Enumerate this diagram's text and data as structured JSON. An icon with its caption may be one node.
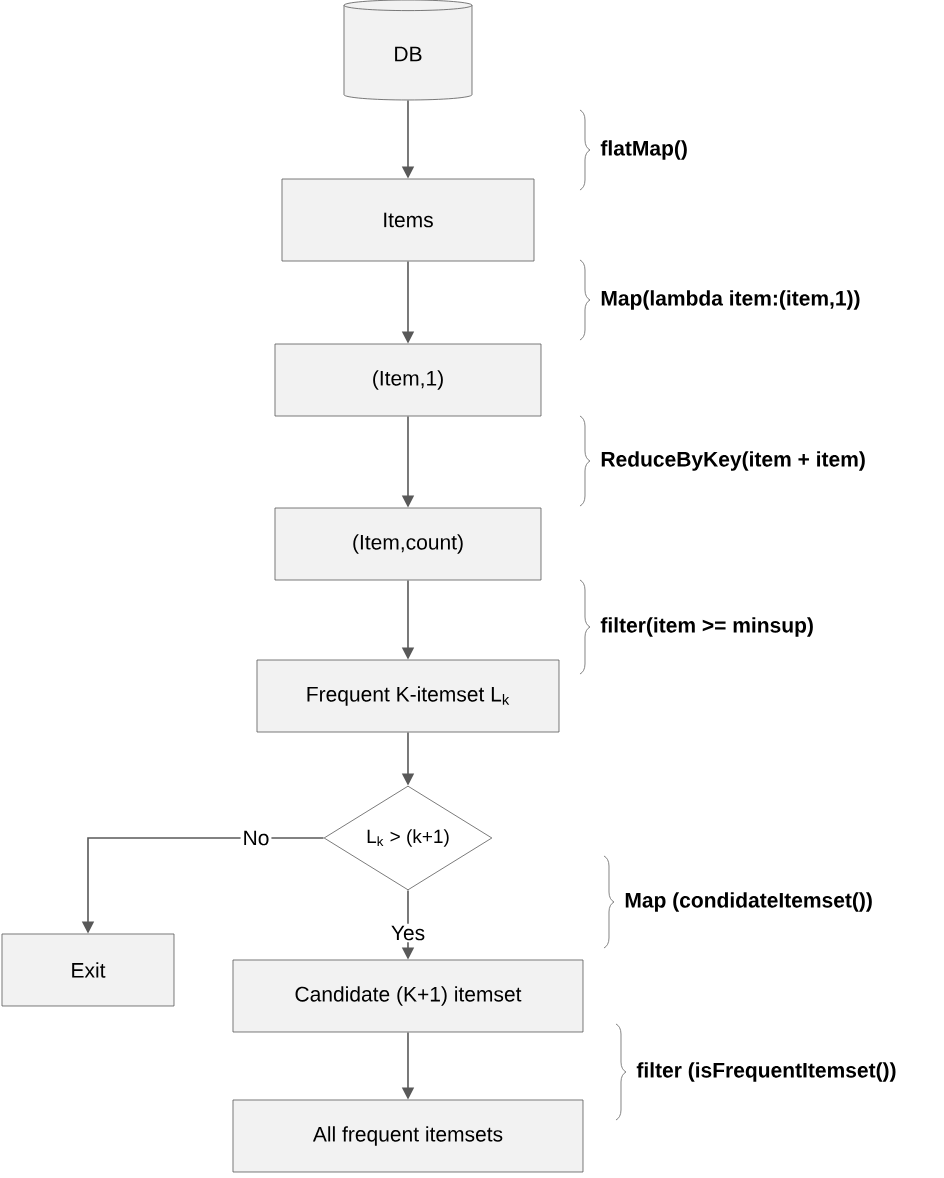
{
  "diagram": {
    "nodes": [
      {
        "text": [
          "DB"
        ]
      },
      {
        "text": [
          "Items"
        ]
      },
      {
        "text": [
          "(Item,1)"
        ]
      },
      {
        "text": [
          "(Item,count)"
        ]
      },
      {
        "text": [
          "Frequent K-itemset L$_{k}$"
        ]
      },
      {
        "text": [
          "L$_{k}$ > (k+1)"
        ]
      },
      {
        "text": [
          "Exit"
        ]
      },
      {
        "text": [
          "Candidate (K+1) itemset"
        ]
      },
      {
        "text": [
          "All frequent itemsets"
        ]
      }
    ],
    "edges": [
      {
        "from": 0,
        "to": 1,
        "arrow": "to"
      },
      {
        "from": 1,
        "to": 2,
        "arrow": "to"
      },
      {
        "from": 2,
        "to": 3,
        "arrow": "to"
      },
      {
        "from": 3,
        "to": 4,
        "arrow": "to"
      },
      {
        "from": 4,
        "to": 5,
        "arrow": "to"
      },
      {
        "from": 5,
        "to": 6,
        "arrow": "to",
        "label": "No"
      },
      {
        "from": 5,
        "to": 7,
        "arrow": "to",
        "label": "Yes"
      },
      {
        "from": 7,
        "to": 8,
        "arrow": "to"
      }
    ],
    "labels": [
      "flatMap()",
      "Map(lambda item:(item,1))",
      "ReduceByKey(item + item)",
      "filter(item >= minsup)",
      "Map (condidateItemset())",
      "filter (isFrequentItemset())"
    ]
  }
}
